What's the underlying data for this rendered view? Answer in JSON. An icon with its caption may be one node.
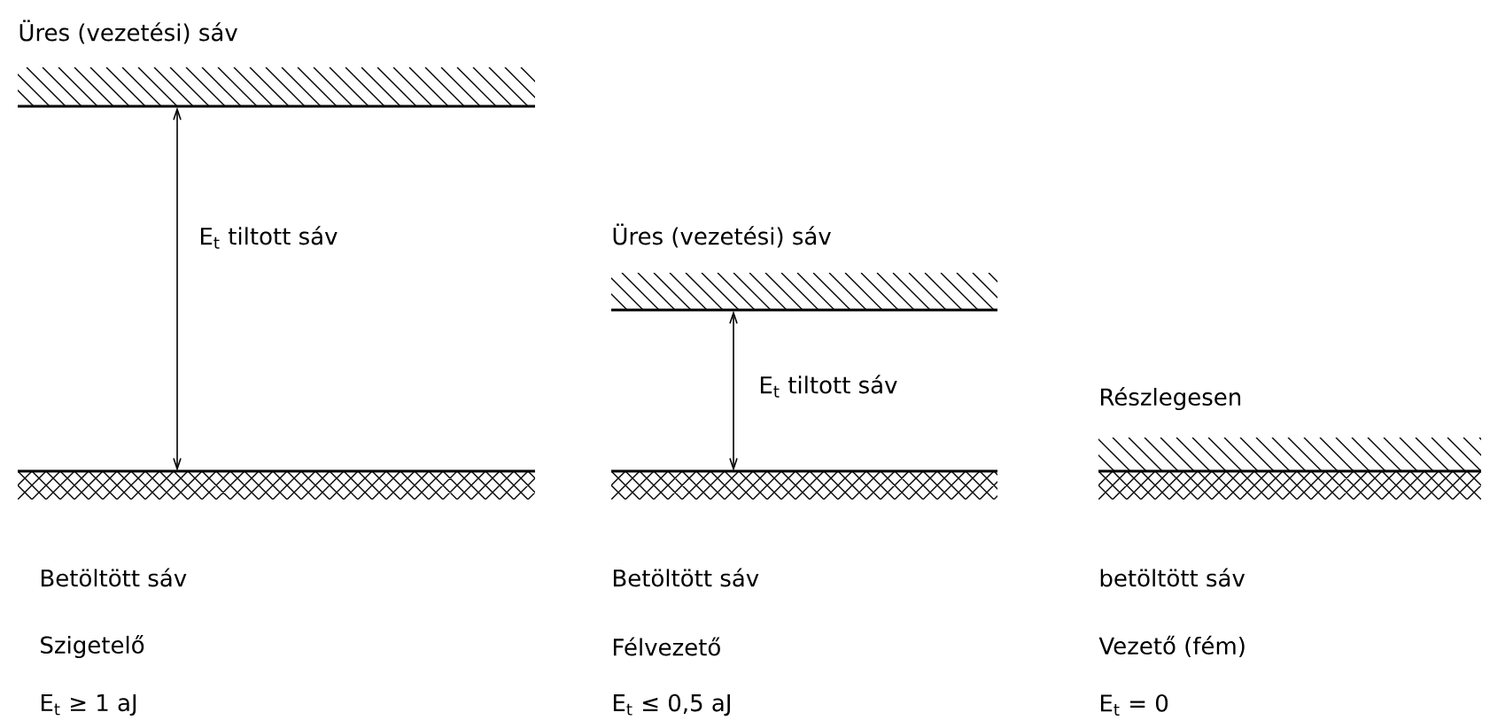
{
  "diagram": {
    "nodes": [
      {
        "text": [
          "Üres (vezetési) sáv"
        ]
      },
      {
        "text": [
          "Betöltött sáv"
        ]
      },
      {
        "text": [
          "Üres (vezetési) sáv"
        ]
      },
      {
        "text": [
          "Betöltött sáv"
        ]
      },
      {
        "text": [
          "Részlegesen",
          "betöltött sáv"
        ]
      }
    ],
    "edges": [
      {
        "from": 0,
        "to": 1,
        "arrow": "both",
        "label": "E$_{t}$ tiltott sáv"
      },
      {
        "from": 2,
        "to": 3,
        "arrow": "both",
        "label": "E$_{t}$ tiltott sáv"
      }
    ],
    "labels": [
      "Szigetelő",
      "Félvezető",
      "Vezető (fém)",
      "E$_{t}$ ≥ 1 aJ",
      "E$_{t}$ ≤ 0,5 aJ",
      "E$_{t}$ = 0"
    ]
  }
}
